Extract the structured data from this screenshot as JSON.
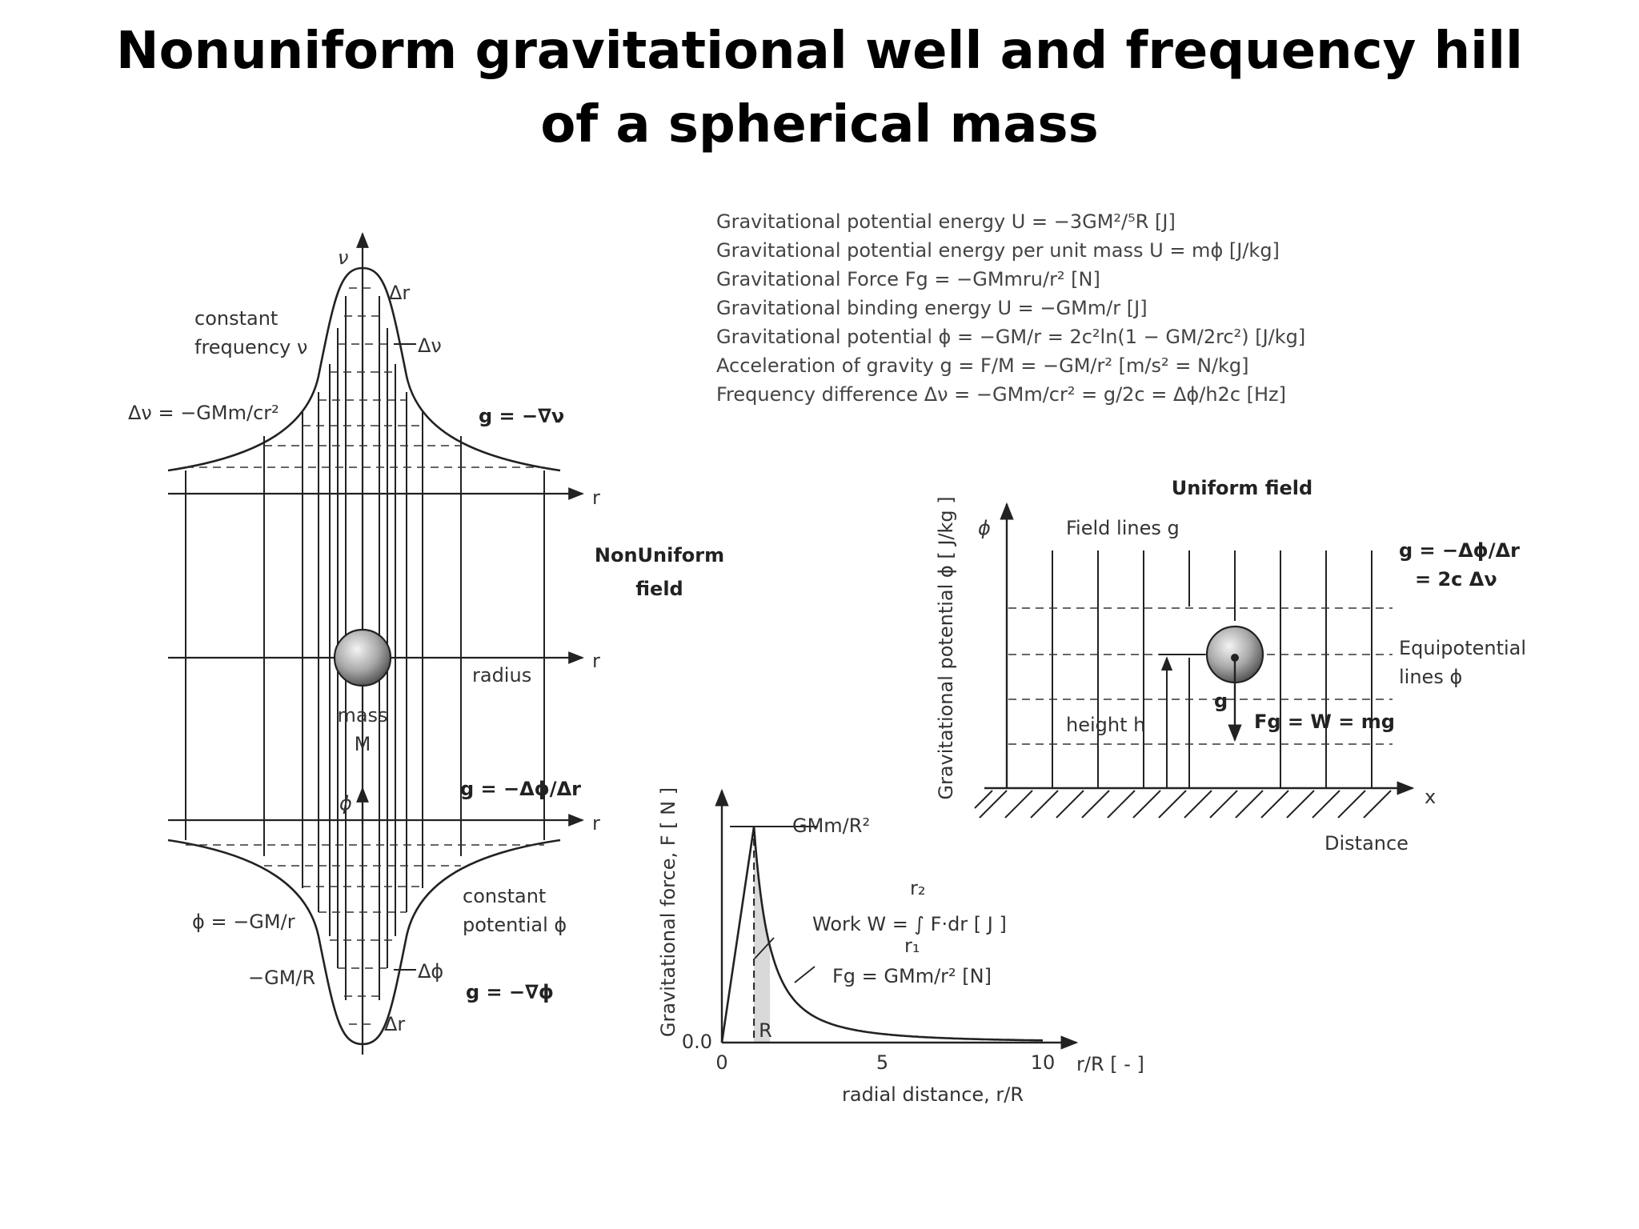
{
  "title": {
    "line1": "Nonuniform gravitational well and frequency hill",
    "line2": "of a spherical mass"
  },
  "equations": [
    "Gravitational potential energy   U = −3GM²/⁵R   [J]",
    "Gravitational potential energy per unit mass   U = mϕ   [J/kg]",
    "Gravitational Force   Fg = −GMmru/r²   [N]",
    "Gravitational binding energy   U = −GMm/r   [J]",
    "Gravitational potential   ϕ = −GM/r  = 2c²ln(1 − GM/2rc²)   [J/kg]",
    "Acceleration of gravity   g = F/M = −GM/r²   [m/s² = N/kg]",
    "Frequency difference   Δν = −GMm/cr²  = g/2c  = Δϕ/h2c   [Hz]"
  ],
  "nonuniform": {
    "nu_axis": "ν",
    "dr_top": "Δr",
    "dnu": "Δν",
    "const_freq_1": "constant",
    "const_freq_2": "frequency  ν",
    "dnu_formula": "Δν = −GMm/cr²",
    "g_grad_nu": "g = −∇ν",
    "r_top": "r",
    "r_mid": "r",
    "r_bot": "r",
    "field_1": "NonUniform",
    "field_2": "field",
    "radius": "radius",
    "mass_1": "mass",
    "mass_2": "M",
    "phi_axis": "ϕ",
    "g_dphi": "g = −Δϕ/Δr",
    "const_pot_1": "constant",
    "const_pot_2": "potential ϕ",
    "phi_formula": "ϕ = −GM/r",
    "gm_r": "−GM/R",
    "dphi": "Δϕ",
    "g_grad_phi": "g = −∇ϕ",
    "dr_bot": "Δr"
  },
  "uniform": {
    "title": "Uniform field",
    "ylabel": "Gravitational potential  ϕ  [ J/kg ]",
    "phi_axis": "ϕ",
    "field_lines": "Field lines  g",
    "g_eq_1": "g =  −Δϕ/Δr",
    "g_eq_2": "= 2c Δν",
    "equip_1": "Equipotential",
    "equip_2": "lines ϕ",
    "g_label": "g",
    "height": "height h",
    "fg": "Fg = W = mg",
    "x_axis": "x",
    "distance": "Distance"
  },
  "force_plot": {
    "ylabel": "Gravitational force,  F   [ N ]",
    "xlabel": "radial distance,  r/R",
    "x_unit": "r/R   [ - ]",
    "y0": "0.0",
    "x_ticks": [
      "0",
      "5",
      "10"
    ],
    "peak_label": "GMm/R²",
    "work_label": "Work  W = ∫ F·dr     [ J ]",
    "r2": "r₂",
    "r1": "r₁",
    "fg_label": "Fg = GMm/r²     [N]",
    "r_mark": "R"
  },
  "chart_data": {
    "type": "line",
    "title": "",
    "xlabel": "radial distance,  r/R",
    "ylabel": "Gravitational force,  F   [ N ]",
    "xlim": [
      0,
      10
    ],
    "ylim": [
      0,
      1
    ],
    "x": [
      0,
      1,
      1.25,
      1.5,
      2,
      3,
      4,
      5,
      6,
      8,
      10
    ],
    "series": [
      {
        "name": "Fg = GMm/r²",
        "values": [
          0,
          1,
          0.64,
          0.44,
          0.25,
          0.11,
          0.0625,
          0.04,
          0.028,
          0.016,
          0.01
        ]
      }
    ]
  }
}
